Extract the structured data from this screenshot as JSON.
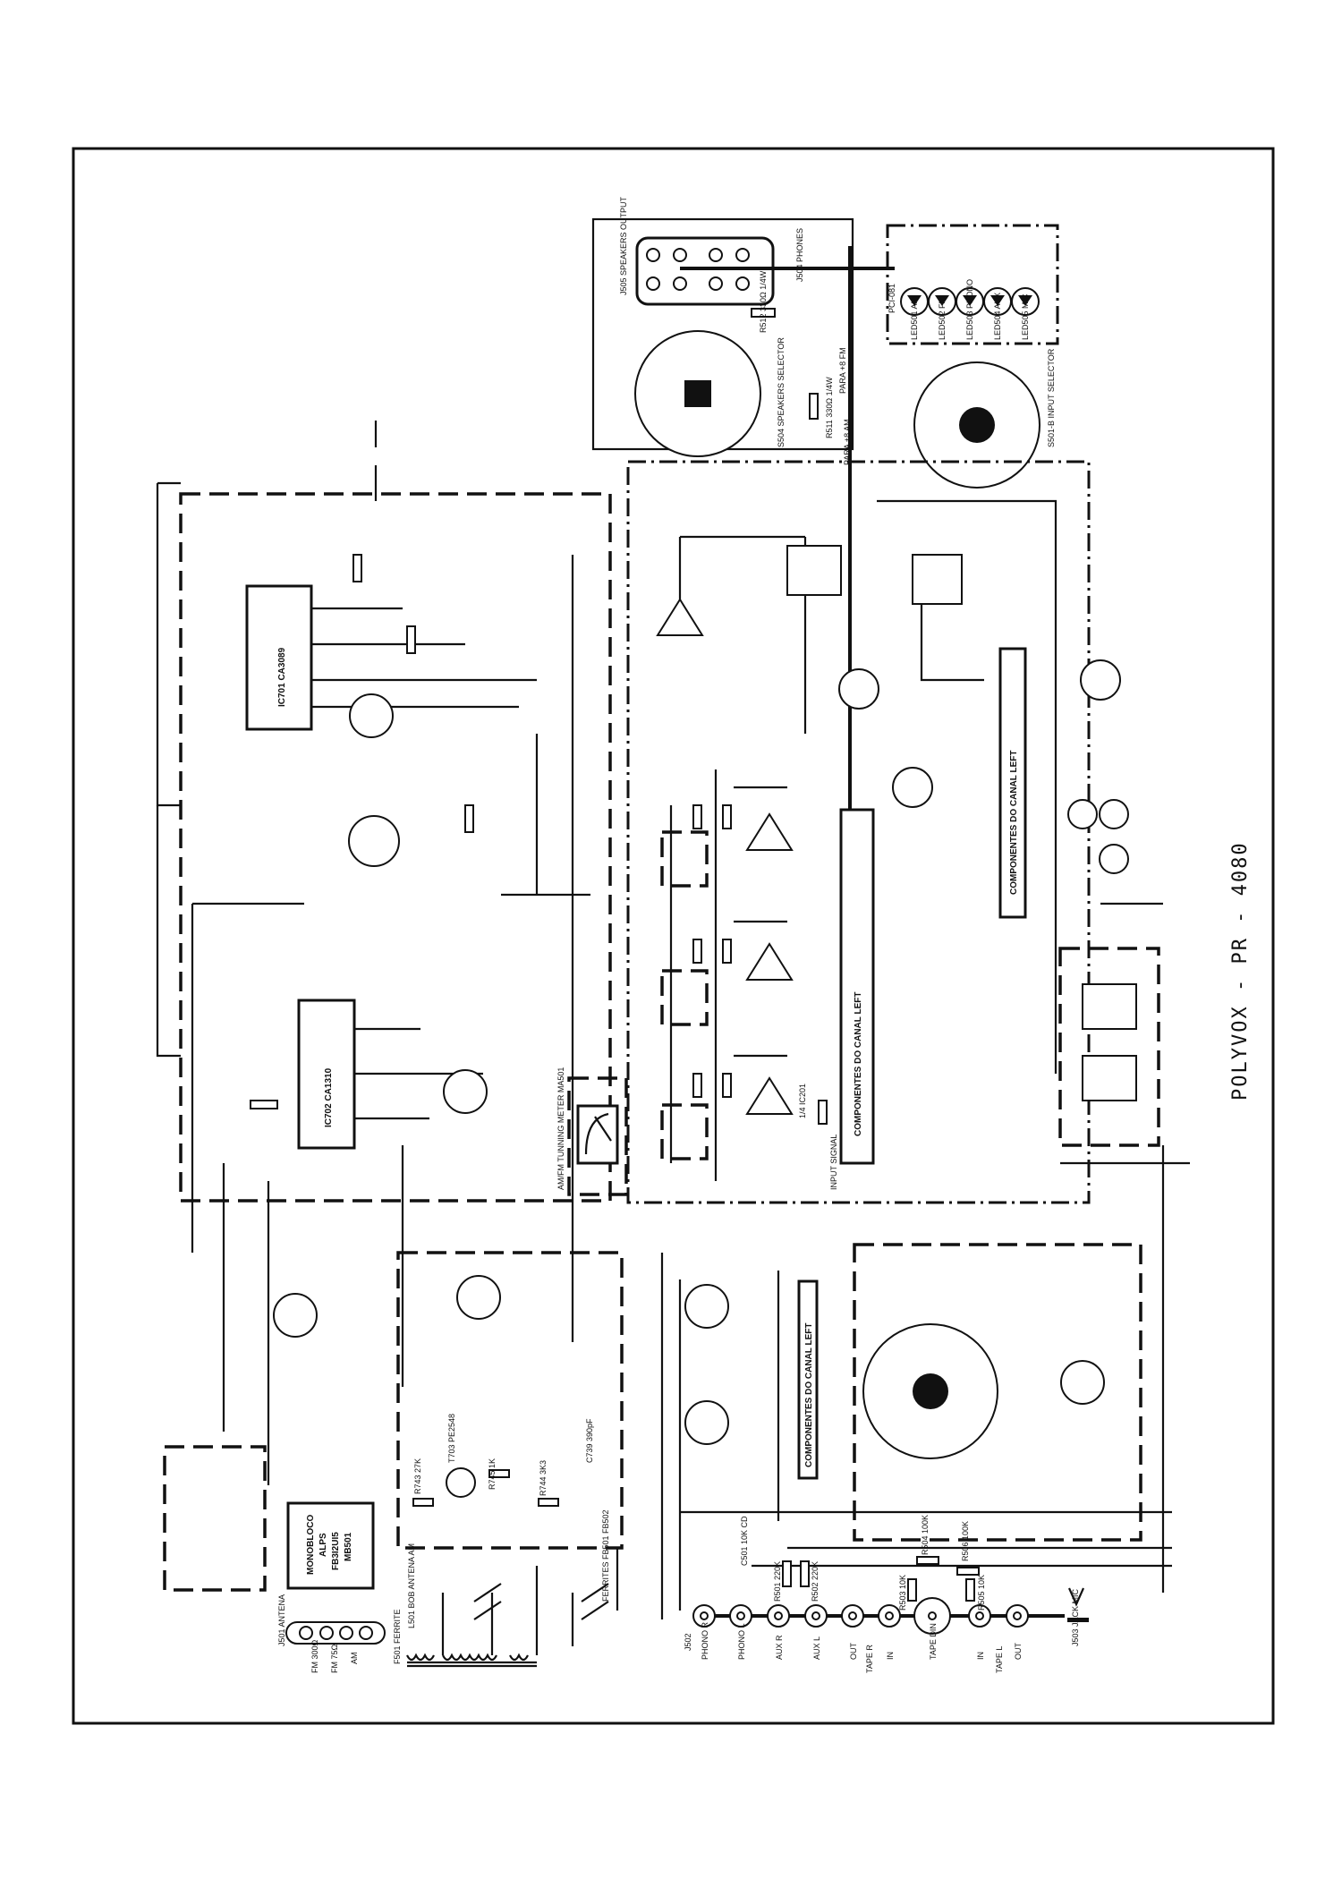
{
  "title": "POLYVOX - PR - 4080",
  "blocks": {
    "speaker_output": "J505 SPEAKERS OUTPUT",
    "phones": "J504 PHONES",
    "speaker_selector": "S504 SPEAKERS SELECTOR",
    "input_selector": "S501-B INPUT SELECTOR",
    "led_board": "PCI-081",
    "leds": [
      "LED501 AM",
      "LED502 FM",
      "LED503 PHONO",
      "LED504 AUX",
      "LED505 MIC"
    ],
    "tuning_meter": "AM/FM TUNNING METER MA501",
    "monobloco": [
      "MONOBLOCO",
      "ALPS",
      "FB3I2UI5",
      "MB501"
    ],
    "antenna": "J501 ANTENA",
    "antenna_terminals": [
      "FM 300Ω",
      "FM 75Ω",
      "AM"
    ],
    "bob_antena": "L501 BOB ANTENA AM",
    "ferrite": "F501 FERRITE",
    "ferrites": "FERRITES FB501 FB502",
    "transistor_t703": "T703 PE2548",
    "canal_left_1": "COMPONENTES DO CANAL LEFT",
    "canal_left_2": "COMPONENTES DO CANAL LEFT",
    "canal_left_3": "COMPONENTES DO CANAL LEFT",
    "input_signal": "INPUT SIGNAL",
    "opamp": "1/4 IC201",
    "ic701": "IC701 CA3089",
    "ic702": "IC702 CA1310",
    "power_note": "PARA +8 FM",
    "power_note_am": "PARA +8 AM",
    "r512": "R512 330Ω 1/4W",
    "r511": "R511 330Ω 1/4W",
    "r745": "R745 1K",
    "r744": "R744 3K3",
    "r743": "R743 27K",
    "c739": "C739 390pF"
  },
  "jacks": [
    {
      "id": "J502",
      "label": "PHONO R"
    },
    {
      "id": "",
      "label": "PHONO L"
    },
    {
      "id": "",
      "label": "AUX R"
    },
    {
      "id": "",
      "label": "AUX L"
    },
    {
      "id": "",
      "label": "OUT"
    },
    {
      "id": "",
      "label": "IN"
    },
    {
      "id": "",
      "label": "TAPE DIN"
    },
    {
      "id": "",
      "label": "IN"
    },
    {
      "id": "",
      "label": "OUT"
    }
  ],
  "jack_groups": [
    "TAPE R",
    "TAPE L"
  ],
  "mic_jack": "J503 JACK MIC",
  "bottom_resistors": [
    "R501 220K",
    "R502 220K",
    "R503 10K",
    "R504 100K",
    "R505 10K",
    "R506 100K",
    "C501 10K CD"
  ]
}
